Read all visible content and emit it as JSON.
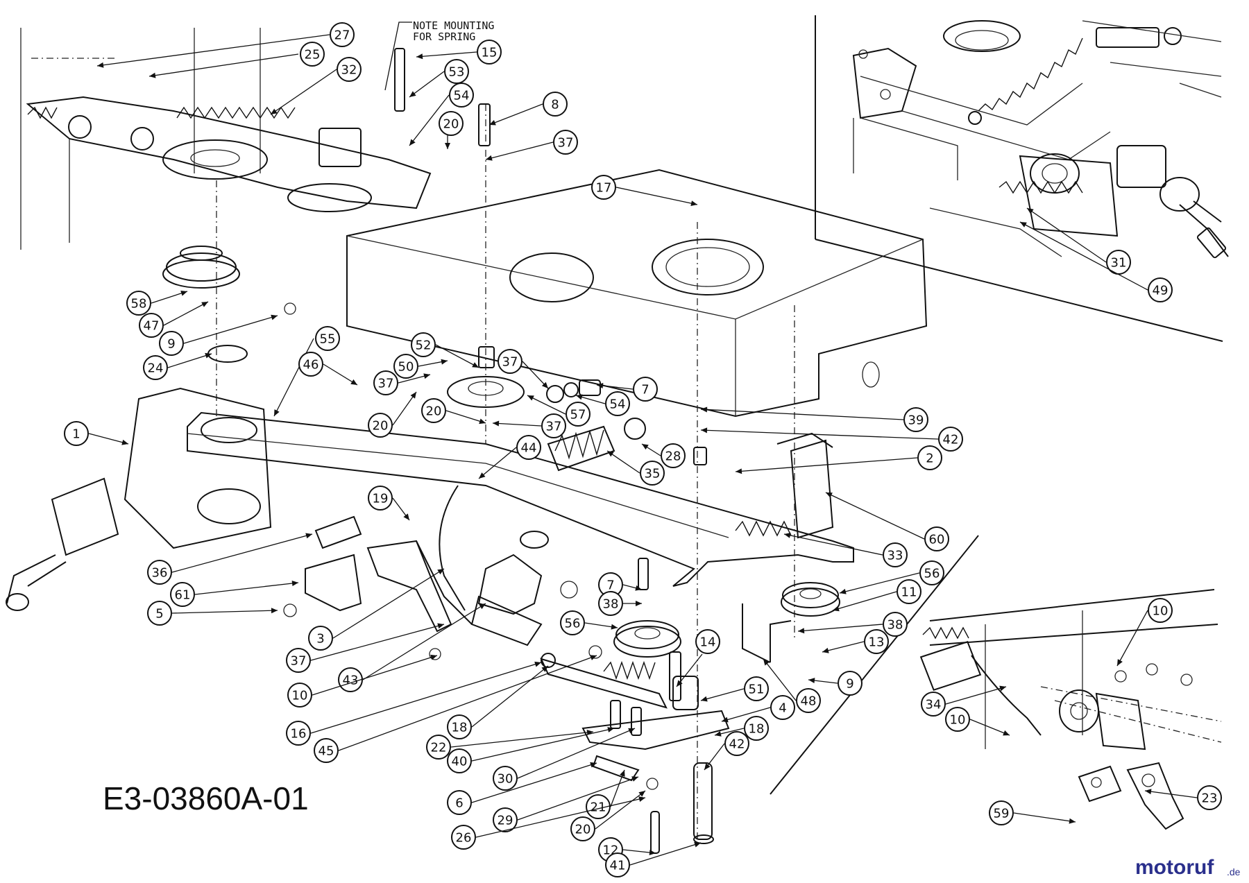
{
  "diagram": {
    "drawing_code": "E3-03860A-01",
    "note_line1": "NOTE MOUNTING",
    "note_line2": "FOR SPRING",
    "logo_text": "motoruf",
    "logo_suffix": ".de"
  },
  "callouts": [
    {
      "id": "c27",
      "label": "27"
    },
    {
      "id": "c25",
      "label": "25"
    },
    {
      "id": "c32",
      "label": "32"
    },
    {
      "id": "c15",
      "label": "15"
    },
    {
      "id": "c53",
      "label": "53"
    },
    {
      "id": "c54a",
      "label": "54"
    },
    {
      "id": "c20a",
      "label": "20"
    },
    {
      "id": "c8",
      "label": "8"
    },
    {
      "id": "c37a",
      "label": "37"
    },
    {
      "id": "c17",
      "label": "17"
    },
    {
      "id": "c58",
      "label": "58"
    },
    {
      "id": "c47",
      "label": "47"
    },
    {
      "id": "c9a",
      "label": "9"
    },
    {
      "id": "c24",
      "label": "24"
    },
    {
      "id": "c55",
      "label": "55"
    },
    {
      "id": "c52",
      "label": "52"
    },
    {
      "id": "c46",
      "label": "46"
    },
    {
      "id": "c37b",
      "label": "37"
    },
    {
      "id": "c50",
      "label": "50"
    },
    {
      "id": "c37c",
      "label": "37"
    },
    {
      "id": "c7a",
      "label": "7"
    },
    {
      "id": "c54b",
      "label": "54"
    },
    {
      "id": "c57",
      "label": "57"
    },
    {
      "id": "c20b",
      "label": "20"
    },
    {
      "id": "c20c",
      "label": "20"
    },
    {
      "id": "c37d",
      "label": "37"
    },
    {
      "id": "c39",
      "label": "39"
    },
    {
      "id": "c42a",
      "label": "42"
    },
    {
      "id": "c1",
      "label": "1"
    },
    {
      "id": "c44",
      "label": "44"
    },
    {
      "id": "c28",
      "label": "28"
    },
    {
      "id": "c35",
      "label": "35"
    },
    {
      "id": "c2",
      "label": "2"
    },
    {
      "id": "c19",
      "label": "19"
    },
    {
      "id": "c60",
      "label": "60"
    },
    {
      "id": "c33",
      "label": "33"
    },
    {
      "id": "c36",
      "label": "36"
    },
    {
      "id": "c61",
      "label": "61"
    },
    {
      "id": "c5",
      "label": "5"
    },
    {
      "id": "c7b",
      "label": "7"
    },
    {
      "id": "c56a",
      "label": "56"
    },
    {
      "id": "c11",
      "label": "11"
    },
    {
      "id": "c38a",
      "label": "38"
    },
    {
      "id": "c56b",
      "label": "56"
    },
    {
      "id": "c38b",
      "label": "38"
    },
    {
      "id": "c3",
      "label": "3"
    },
    {
      "id": "c14",
      "label": "14"
    },
    {
      "id": "c13",
      "label": "13"
    },
    {
      "id": "c37e",
      "label": "37"
    },
    {
      "id": "c43",
      "label": "43"
    },
    {
      "id": "c10a",
      "label": "10"
    },
    {
      "id": "c9b",
      "label": "9"
    },
    {
      "id": "c51",
      "label": "51"
    },
    {
      "id": "c48",
      "label": "48"
    },
    {
      "id": "c4",
      "label": "4"
    },
    {
      "id": "c16",
      "label": "16"
    },
    {
      "id": "c18a",
      "label": "18"
    },
    {
      "id": "c18b",
      "label": "18"
    },
    {
      "id": "c45",
      "label": "45"
    },
    {
      "id": "c22",
      "label": "22"
    },
    {
      "id": "c42b",
      "label": "42"
    },
    {
      "id": "c40",
      "label": "40"
    },
    {
      "id": "c30",
      "label": "30"
    },
    {
      "id": "c6",
      "label": "6"
    },
    {
      "id": "c21",
      "label": "21"
    },
    {
      "id": "c29",
      "label": "29"
    },
    {
      "id": "c20d",
      "label": "20"
    },
    {
      "id": "c26",
      "label": "26"
    },
    {
      "id": "c12",
      "label": "12"
    },
    {
      "id": "c41",
      "label": "41"
    },
    {
      "id": "c31",
      "label": "31"
    },
    {
      "id": "c49",
      "label": "49"
    },
    {
      "id": "c10b",
      "label": "10"
    },
    {
      "id": "c34",
      "label": "34"
    },
    {
      "id": "c10c",
      "label": "10"
    },
    {
      "id": "c59",
      "label": "59"
    },
    {
      "id": "c23",
      "label": "23"
    }
  ]
}
